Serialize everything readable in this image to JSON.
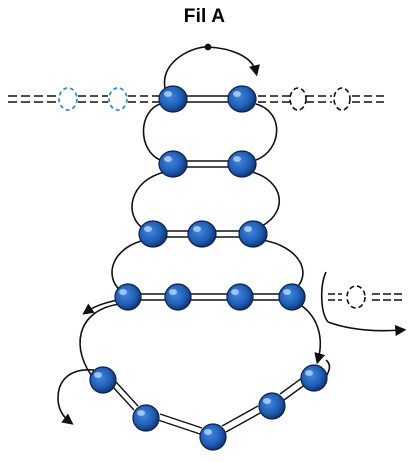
{
  "title": "Fil A",
  "colors": {
    "bead_fill": "#1f5fb5",
    "bead_dark": "#0d2f6e",
    "bead_highlight": "#cfe2ff",
    "ghost_bead": "#2f8fd8",
    "thread": "#111111"
  },
  "beads": {
    "row_1": 2,
    "row_2": 2,
    "row_3": 3,
    "row_4": 4,
    "bottom_loop": 5
  },
  "icons": [
    "bead-icon",
    "ghost-bead-icon",
    "arrow-icon"
  ]
}
